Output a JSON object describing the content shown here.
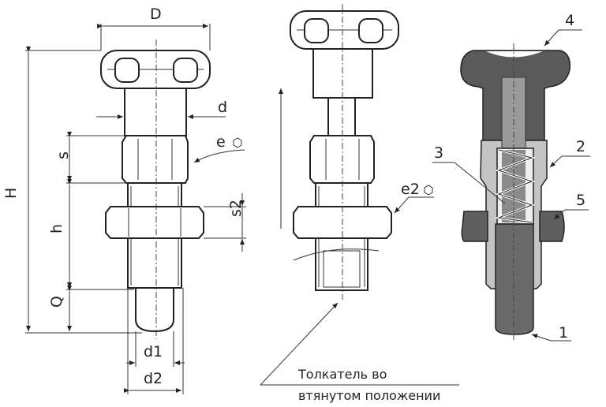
{
  "dimensions": {
    "D": "D",
    "d": "d",
    "e": "e",
    "s": "s",
    "H": "H",
    "h": "h",
    "s2": "s2",
    "Q": "Q",
    "d1": "d1",
    "d2": "d2",
    "e2": "e2"
  },
  "parts": [
    "1",
    "2",
    "3",
    "4",
    "5"
  ],
  "caption": {
    "line1": "Толкатель во",
    "line2": "втянутом положении"
  }
}
